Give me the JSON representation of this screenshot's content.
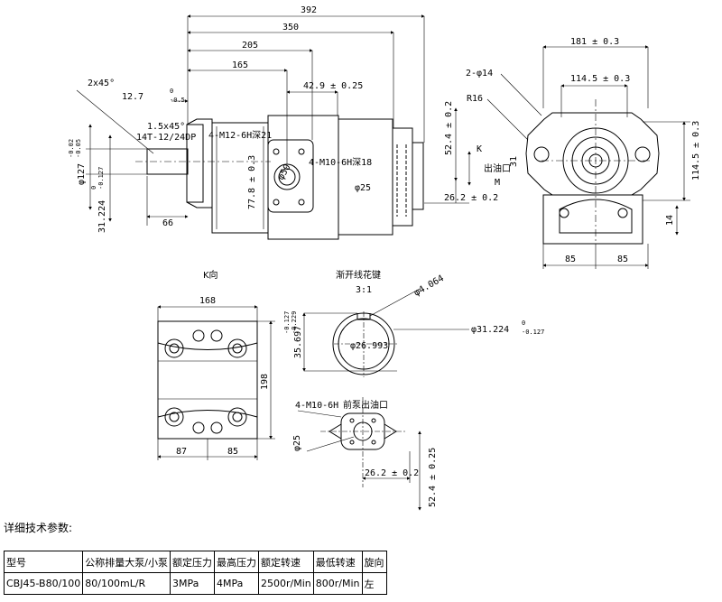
{
  "labels": {
    "d392": "392",
    "d350": "350",
    "d205": "205",
    "d165": "165",
    "chamfer1": "2x45°",
    "d127": "12.7",
    "d127_tol_up": "0",
    "d127_tol_dn": "-0.5",
    "chamfer2": "1.5x45°",
    "spline": "14T-12/24DP",
    "d429": "42.9 ± 0.25",
    "m12": "4-M12-6H深21",
    "m10a": "4-M10-6H深18",
    "phi127": "φ127",
    "phi127_tol_up": "-0.02",
    "phi127_tol_dn": "-0.05",
    "phi31a": "31.224",
    "phi31a_tol_up": "0",
    "phi31a_tol_dn": "-0.127",
    "d778": "77.8 ± 0.3",
    "phi50": "φ50",
    "phi25a": "φ25",
    "d66": "66",
    "d524a": "52.4 ± 0.2",
    "d262a": "26.2 ± 0.2",
    "k": "K",
    "outlet": "出油口",
    "d31": "31",
    "m": "M",
    "d181": "181 ± 0.3",
    "holes": "2-φ14",
    "d1145a": "114.5 ± 0.3",
    "r16": "R16",
    "d1145b": "114.5 ± 0.3",
    "d14": "14",
    "d85a": "85",
    "d85b": "85",
    "kview": "K向",
    "d168": "168",
    "d198": "198",
    "d87": "87",
    "d85c": "85",
    "spline_title": "渐开线花键",
    "scale": "3:1",
    "phi4064": "φ4.064",
    "d35697": "35.697",
    "d35697_tol_up": "-0.127",
    "d35697_tol_dn": "-0.229",
    "phi26993": "φ26.993",
    "phi31b": "φ31.224",
    "phi31b_tol_up": "0",
    "phi31b_tol_dn": "-0.127",
    "m10b": "4-M10-6H",
    "front_outlet": "前泵出油口",
    "phi25b": "φ25",
    "d262b": "26.2 ± 0.2",
    "d524b": "52.4 ± 0.25"
  },
  "heading": "详细技术参数:",
  "table": {
    "headers": [
      "型号",
      "公称排量大泵/小泵",
      "额定压力",
      "最高压力",
      "额定转速",
      "最低转速",
      "旋向"
    ],
    "row": [
      "CBJ45-B80/100",
      "80/100mL/R",
      "3MPa",
      "4MPa",
      "2500r/Min",
      "800r/Min",
      "左"
    ]
  }
}
